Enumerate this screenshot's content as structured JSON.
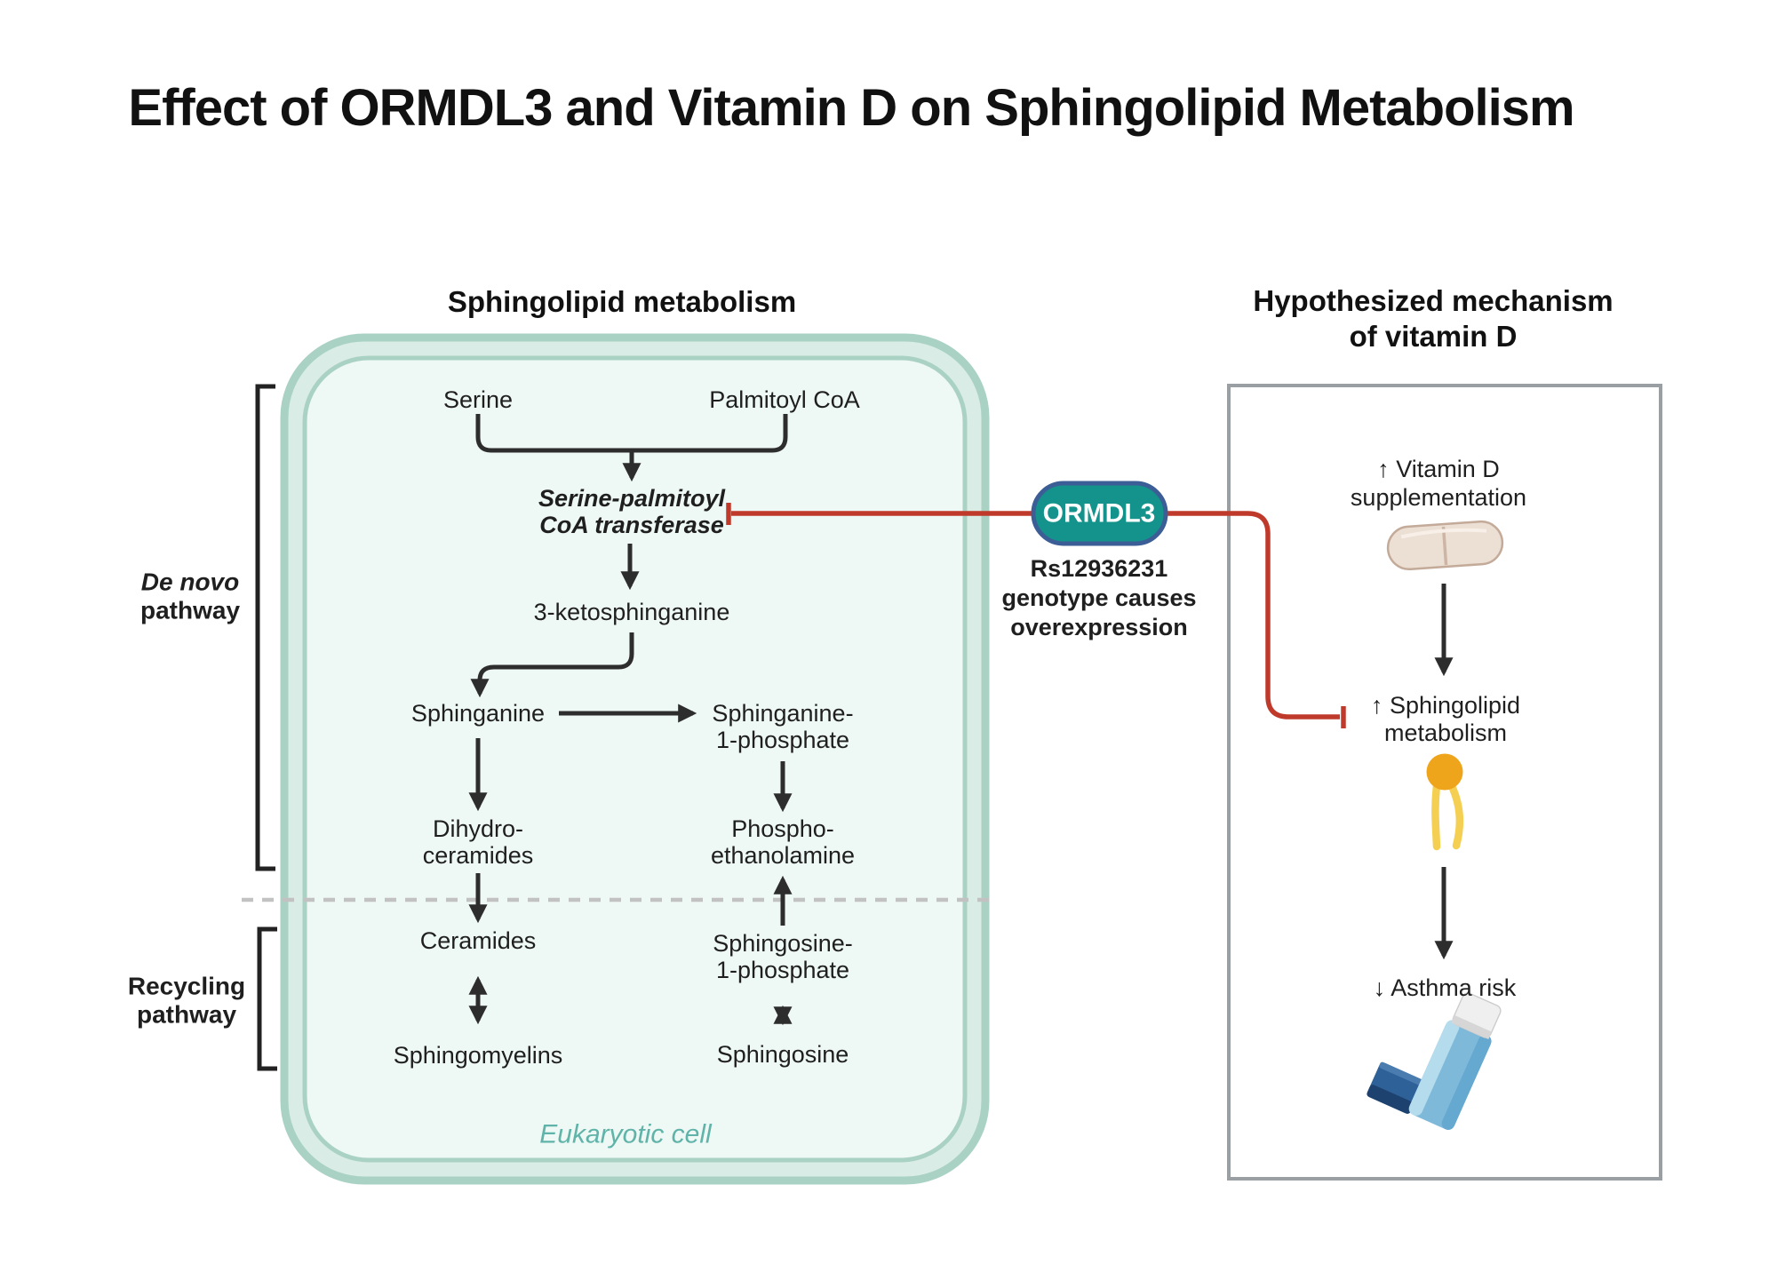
{
  "title": "Effect of ORMDL3 and Vitamin D on Sphingolipid Metabolism",
  "left_panel": {
    "header": "Sphingolipid metabolism",
    "cell_label": "Eukaryotic cell",
    "de_novo": {
      "line1": "De novo",
      "line2": "pathway"
    },
    "recycling": {
      "line1": "Recycling",
      "line2": "pathway"
    },
    "nodes": {
      "serine": "Serine",
      "palmitoyl_coa": "Palmitoyl CoA",
      "spt": {
        "line1": "Serine-palmitoyl",
        "line2": "CoA transferase"
      },
      "ketosphinganine": "3-ketosphinganine",
      "sphinganine": "Sphinganine",
      "sphinganine_1p": {
        "line1": "Sphinganine-",
        "line2": "1-phosphate"
      },
      "dihydroceramides": {
        "line1": "Dihydro-",
        "line2": "ceramides"
      },
      "phosphoethanolamine": {
        "line1": "Phospho-",
        "line2": "ethanolamine"
      },
      "ceramides": "Ceramides",
      "sphingosine_1p": {
        "line1": "Sphingosine-",
        "line2": "1-phosphate"
      },
      "sphingomyelins": "Sphingomyelins",
      "sphingosine": "Sphingosine"
    }
  },
  "ormdl3": {
    "label": "ORMDL3",
    "note": {
      "line1": "Rs12936231",
      "line2": "genotype causes",
      "line3": "overexpression"
    }
  },
  "right_panel": {
    "header": {
      "line1": "Hypothesized mechanism",
      "line2": "of vitamin D"
    },
    "vitamin_d": {
      "line1": "↑ Vitamin D",
      "line2": "supplementation"
    },
    "sphingolipid": {
      "line1": "↑ Sphingolipid",
      "line2": "metabolism"
    },
    "asthma": "↓ Asthma risk"
  },
  "colors": {
    "ormdl3_fill": "#13938b",
    "ormdl3_border": "#3c5e96",
    "inhibition_red": "#c03a2b",
    "membrane_green": "#aad2c4",
    "membrane_light_band": "#d9ece5",
    "cell_fill": "#eef8f4",
    "cell_caption_teal": "#5fb3a8",
    "panel_border_gray": "#999fa3",
    "arrow_black": "#2d2d2d",
    "dashed_divider_gray": "#c2c2c2",
    "lipid_orange": "#efa51b",
    "lipid_tail_yellow": "#f4cf52",
    "inhaler_body_blue": "#7fb9da",
    "inhaler_mouthpiece_blue": "#2e6197",
    "tablet_beige": "#ecdfd4"
  }
}
